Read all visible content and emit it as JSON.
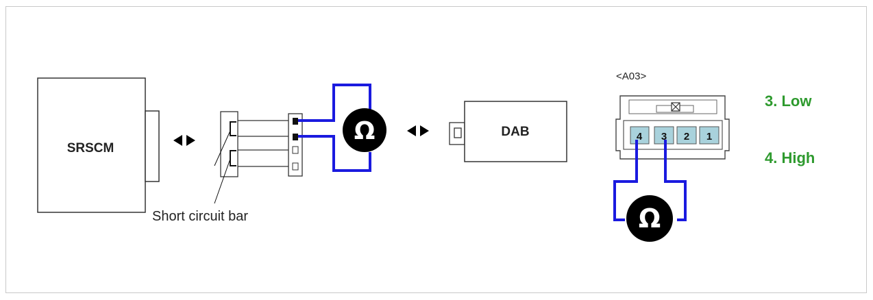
{
  "components": {
    "srscm_label": "SRSCM",
    "dab_label": "DAB",
    "short_circuit_bar_label": "Short circuit bar",
    "ohmmeter_symbol": "Ω"
  },
  "connector": {
    "id_label": "<A03>",
    "pins": [
      "4",
      "3",
      "2",
      "1"
    ]
  },
  "legend": {
    "low": "3. Low",
    "high": "4. High"
  },
  "colors": {
    "wire": "#1a1adf",
    "legend": "#2e9a2e",
    "pin_fill": "#a9d2dc",
    "outline": "#333333",
    "symbol": "#000000"
  },
  "icons": {
    "connection_arrows": "left-right-triangle-arrows",
    "ohmmeter": "omega-ohmmeter-icon",
    "connector_lock": "boxed-x-lock-icon"
  }
}
